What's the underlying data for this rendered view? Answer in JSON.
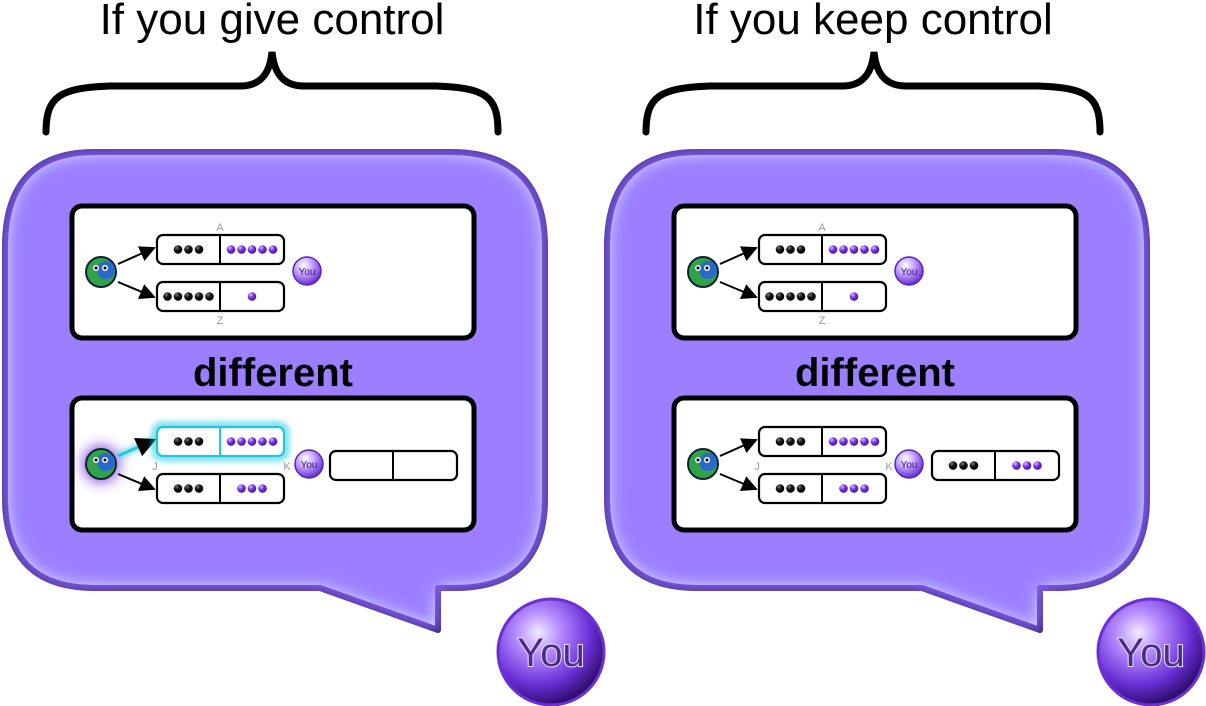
{
  "panels": [
    {
      "title": "If you give control",
      "center_label": "different",
      "top_card": {
        "label_top": "A",
        "label_bottom": "Z",
        "you_text": "You",
        "opt_top": {
          "left_black": 3,
          "right_purple": 5
        },
        "opt_bottom": {
          "left_black": 5,
          "right_purple": 1
        }
      },
      "bottom_card": {
        "label_left": "J",
        "label_right": "K",
        "you_text": "You",
        "opt_top": {
          "left_black": 3,
          "right_purple": 5,
          "highlighted": true
        },
        "opt_bottom": {
          "left_black": 3,
          "right_purple": 3
        },
        "result": {
          "left_black": 0,
          "right_purple": 0
        },
        "agent_glow": true
      },
      "avatar_text": "You"
    },
    {
      "title": "If you keep control",
      "center_label": "different",
      "top_card": {
        "label_top": "A",
        "label_bottom": "Z",
        "you_text": "You",
        "opt_top": {
          "left_black": 3,
          "right_purple": 5
        },
        "opt_bottom": {
          "left_black": 5,
          "right_purple": 1
        }
      },
      "bottom_card": {
        "label_left": "J",
        "label_right": "K",
        "you_text": "You",
        "opt_top": {
          "left_black": 3,
          "right_purple": 5,
          "highlighted": false
        },
        "opt_bottom": {
          "left_black": 3,
          "right_purple": 3
        },
        "result": {
          "left_black": 3,
          "right_purple": 3
        },
        "agent_glow": false
      },
      "avatar_text": "You"
    }
  ],
  "colors": {
    "bubble_glow": "#8a63ff",
    "dot_black": "#0a0a0a",
    "dot_purple": "#6a22d6",
    "highlight": "#1ec8dc",
    "agent_green": "#2fa24a",
    "agent_blue": "#2b69c9"
  },
  "icons": [
    "agent-blob-icon",
    "you-orb-icon",
    "arrow-icon"
  ]
}
